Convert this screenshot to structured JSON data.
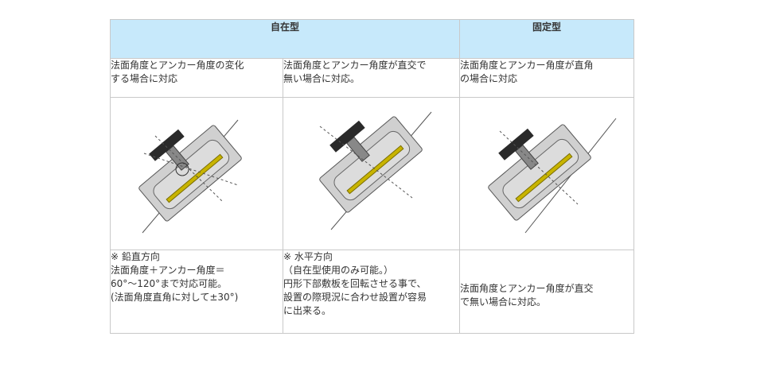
{
  "header": {
    "self_type": "自在型",
    "fixed_type": "固定型"
  },
  "row1": {
    "col1": [
      "法面角度とアンカー角度の変化",
      "する場合に対応"
    ],
    "col2": [
      "法面角度とアンカー角度が直交で",
      "無い場合に対応。"
    ],
    "col3": [
      "法面角度とアンカー角度が直角",
      "の場合に対応"
    ]
  },
  "row3": {
    "col1": [
      "※ 鉛直方向",
      "法面角度＋アンカー角度＝",
      "60°～120°まで対応可能。",
      "(法面角度直角に対して±30°)"
    ],
    "col2": [
      "※ 水平方向",
      "（自在型使用のみ可能。）",
      "円形下部敷板を回転させる事で、",
      "設置の際現況に合わせ設置が容易",
      "に出来る。"
    ],
    "col3": [
      "法面角度とアンカー角度が直交",
      "で無い場合に対応。"
    ]
  },
  "colors": {
    "header_bg": "#c7e9fb",
    "border": "#c9c9c9",
    "plate_fill": "#cfcfcf",
    "plate_dark": "#2a2a2a",
    "rod_yellow": "#c8b400"
  }
}
